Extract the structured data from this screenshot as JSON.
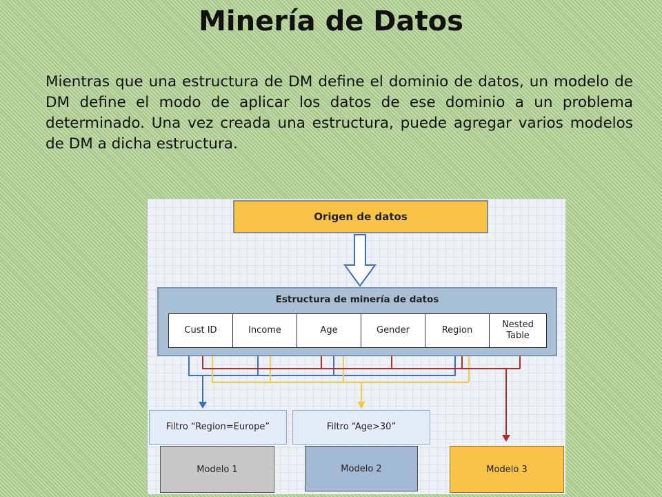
{
  "slide": {
    "title": "Minería de Datos",
    "paragraph": "Mientras que una estructura de DM define el dominio de datos, un modelo de DM define el modo de aplicar los datos de ese dominio a un problema determinado. Una vez creada una estructura, puede agregar varios modelos de DM a dicha estructura."
  },
  "diagram": {
    "source_label": "Origen de datos",
    "structure_label": "Estructura de minería de datos",
    "columns": [
      "Cust ID",
      "Income",
      "Age",
      "Gender",
      "Region",
      "Nested Table"
    ],
    "filters": [
      {
        "label": "Filtro “Region=Europe”"
      },
      {
        "label": "Filtro “Age>30”"
      }
    ],
    "models": [
      {
        "label": "Modelo 1"
      },
      {
        "label": "Modelo 2"
      },
      {
        "label": "Modelo 3"
      }
    ],
    "colors": {
      "model_1_link": "#3a6fc4",
      "model_2_link": "#f5c84a",
      "model_3_link": "#b52a2a"
    }
  }
}
